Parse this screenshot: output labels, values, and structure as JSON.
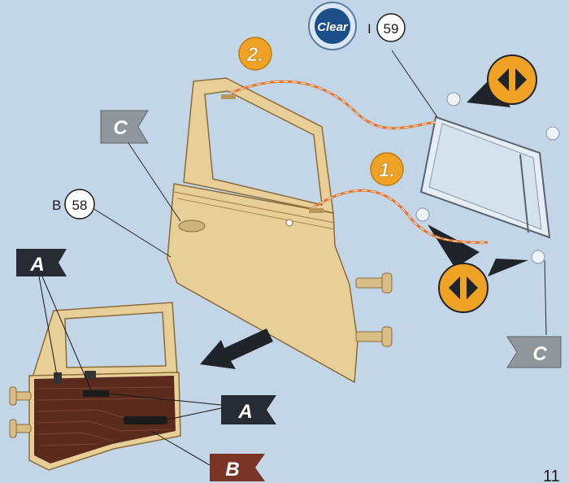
{
  "badge": {
    "clear_label": "Clear",
    "part_prefix": "I",
    "part_number": "59"
  },
  "steps": [
    {
      "label": "2."
    },
    {
      "label": "1."
    }
  ],
  "parts": [
    {
      "prefix": "B",
      "number": "58"
    }
  ],
  "flags": {
    "c_top": "C",
    "c_bottom": "C",
    "a_left": "A",
    "a_right": "A",
    "b_bottom": "B"
  },
  "page_number": "11",
  "colors": {
    "background": "#c3d6e8",
    "door_tan": "#e8cf98",
    "door_outline": "#8a6c38",
    "interior_brown": "#5a2a1c",
    "orange_step": "#f0a224",
    "guide_line": "#e8742a",
    "flag_gray": "#8f969c",
    "flag_dark": "#262b34",
    "flag_red": "#7a3426"
  }
}
